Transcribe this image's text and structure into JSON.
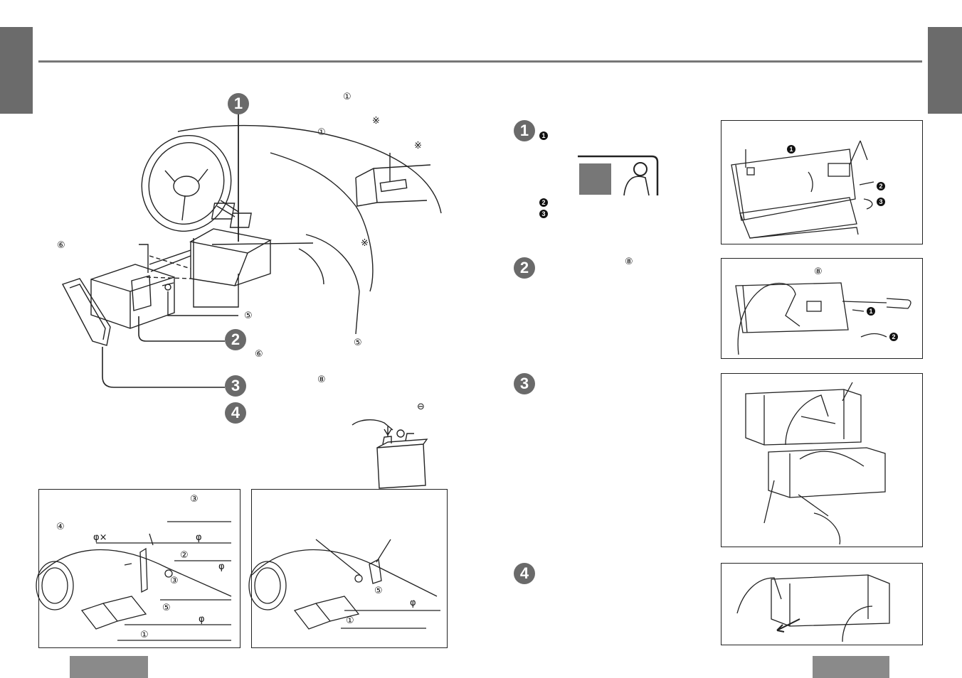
{
  "symbols": {
    "n1": "①",
    "n2": "②",
    "n3": "③",
    "n4": "④",
    "n5": "⑤",
    "n6": "⑥",
    "n8": "⑧",
    "ref": "※",
    "minus": "⊖",
    "phi": "φ",
    "phi_x": "φ×"
  },
  "steps": {
    "s1": "1",
    "s2": "2",
    "s3": "3",
    "s4": "4"
  },
  "substeps": {
    "a": "1",
    "b": "2",
    "c": "3"
  },
  "colors": {
    "tab": "#6b6b6b",
    "rule": "#777777",
    "footer": "#8a8a8a",
    "step": "#6a6a6a"
  }
}
